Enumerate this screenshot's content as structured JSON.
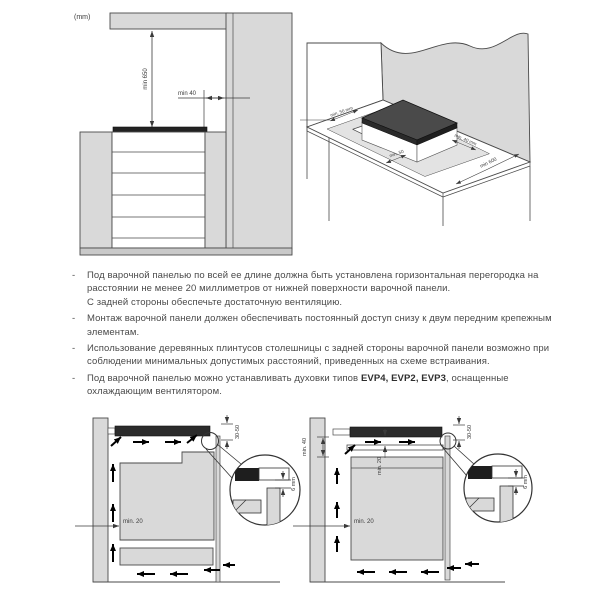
{
  "page": {
    "unit_label": "(mm)"
  },
  "top_left_diagram": {
    "dim_height": "min 650",
    "dim_side": "min 40"
  },
  "iso_diagram": {
    "dim_rear_left": "min. 50 mm",
    "dim_rear_right": "min. 40 mm",
    "dim_front": "min. 50",
    "dim_width": "min 600"
  },
  "notes": {
    "bullet": "-",
    "items": [
      {
        "pre": "Под варочной панелью по всей ее длине должна быть установлена горизонтальная перегородка на расстоянии не менее 20 миллиметров от нижней поверхности варочной панели.\nС задней стороны обеспечьте достаточную вентиляцию.",
        "bold": "",
        "post": ""
      },
      {
        "pre": "Монтаж варочной панели должен обеспечивать постоянный доступ снизу к двум передним крепежным элементам.",
        "bold": "",
        "post": ""
      },
      {
        "pre": "Использование деревянных плинтусов столешницы с задней стороны варочной панели возможно при соблюдении минимальных допустимых расстояний, приведенных на схеме встраивания.",
        "bold": "",
        "post": ""
      },
      {
        "pre": "Под варочной панелью можно устанавливать духовки типов ",
        "bold": "EVP4, EVP2, EVP3",
        "post": ", оснащенные охлаждающим вентилятором."
      }
    ]
  },
  "bottom_left_diagram": {
    "dim_top_gap": "30-50",
    "dim_rear_gap": "min. 20",
    "detail_gap": "6 mm"
  },
  "bottom_right_diagram": {
    "dim_top_gap": "30-50",
    "dim_oven_gap": "min. 40",
    "dim_partition_gap": "min. 20",
    "dim_rear_gap": "min. 20",
    "detail_gap": "6 mm"
  }
}
